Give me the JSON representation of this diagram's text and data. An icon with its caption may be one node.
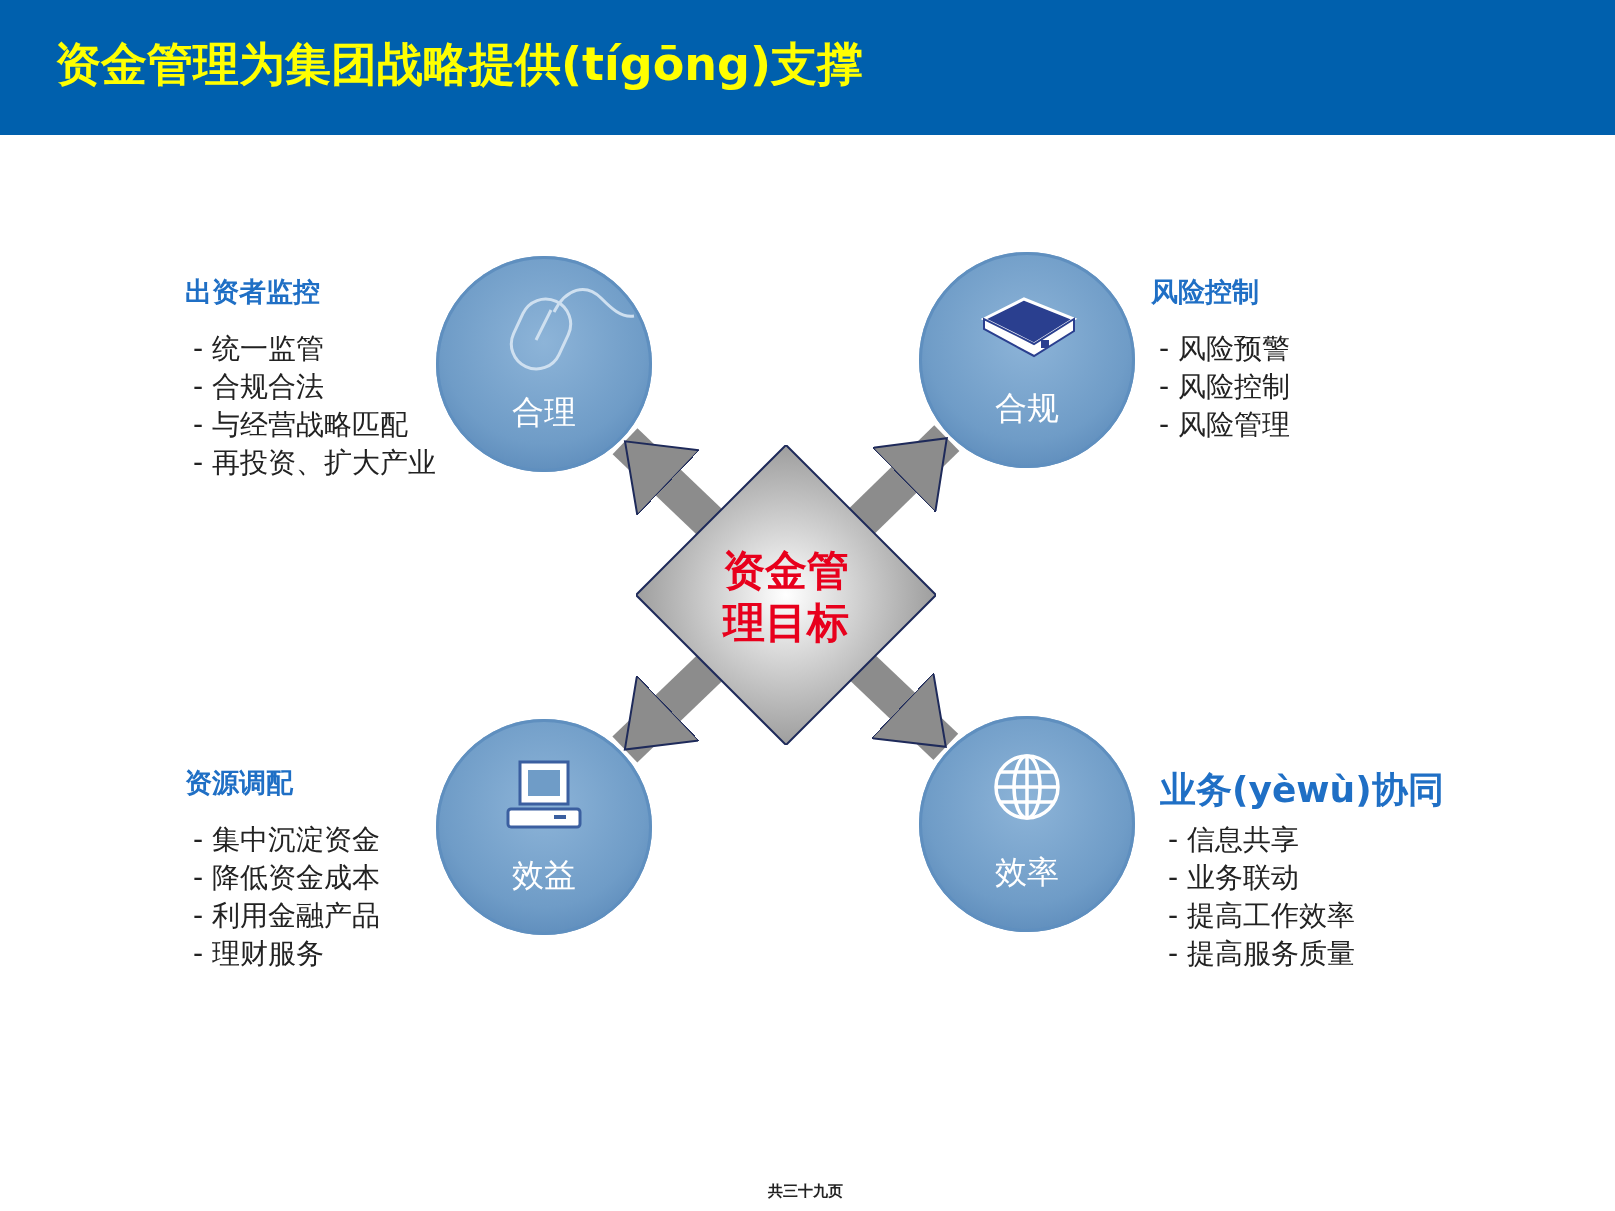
{
  "diagram": {
    "title": "资金管理为集团战略提供(tígōng)支撑",
    "nodes": [
      {
        "text": [
          "资金管理目标"
        ]
      },
      {
        "text": [
          "合理"
        ],
        "beside": [
          "出资者监控",
          "- 统一监管",
          "- 合规合法",
          "- 与经营战略匹配",
          "- 再投资、扩大产业"
        ]
      },
      {
        "text": [
          "合规"
        ],
        "beside": [
          "风险控制",
          "- 风险预警",
          "- 风险控制",
          "- 风险管理"
        ]
      },
      {
        "text": [
          "效益"
        ],
        "beside": [
          "资源调配",
          "- 集中沉淀资金",
          "- 降低资金成本",
          "- 利用金融产品",
          "- 理财服务"
        ]
      },
      {
        "text": [
          "效率"
        ],
        "beside": [
          "业务(yèwù)协同",
          "- 信息共享",
          "- 业务联动",
          "- 提高工作效率",
          "- 提高服务质量"
        ]
      }
    ],
    "edges": [
      {
        "from": 0,
        "to": 1,
        "arrow": "to"
      },
      {
        "from": 0,
        "to": 2,
        "arrow": "to"
      },
      {
        "from": 0,
        "to": 3,
        "arrow": "to"
      },
      {
        "from": 0,
        "to": 4,
        "arrow": "to"
      }
    ],
    "labels": [
      "共三十九页"
    ]
  }
}
